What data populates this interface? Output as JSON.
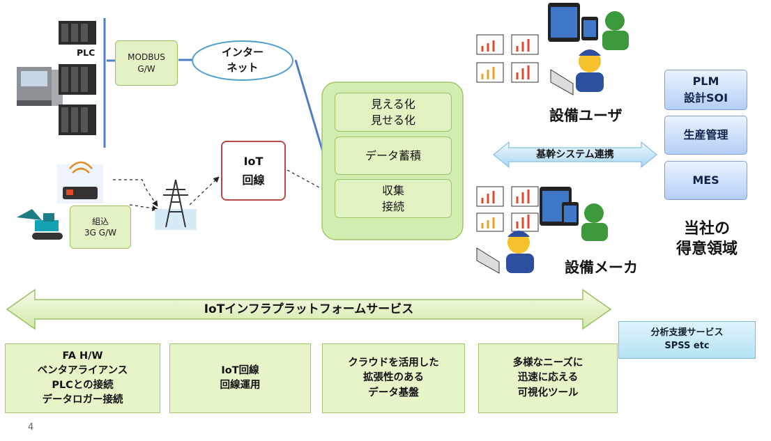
{
  "plc": {
    "label": "PLC"
  },
  "modbus": {
    "line1": "MODBUS",
    "line2": "G/W"
  },
  "internet": {
    "line1": "インター",
    "line2": "ネット"
  },
  "embedded_gw": {
    "line1": "組込",
    "line2": "3G G/W"
  },
  "iot_line": {
    "line1": "IoT",
    "line2": "回線"
  },
  "platform": {
    "items": [
      {
        "line1": "見える化",
        "line2": "見せる化"
      },
      {
        "line1": "データ蓄積"
      },
      {
        "line1": "収集",
        "line2": "接続"
      }
    ]
  },
  "equipment_user": {
    "label": "設備ユーザ"
  },
  "equipment_maker": {
    "label": "設備メーカ"
  },
  "core_link": {
    "label": "基幹システム連携"
  },
  "core_systems": [
    {
      "line1": "PLM",
      "line2": "設計SOI"
    },
    {
      "line1": "生産管理"
    },
    {
      "line1": "MES"
    }
  ],
  "our_domain": {
    "line1": "当社の",
    "line2": "得意領域"
  },
  "iot_platform_service": {
    "label": "IoTインフラプラットフォームサービス"
  },
  "analysis_service": {
    "line1": "分析支援サービス",
    "line2": "SPSS etc"
  },
  "bottom_cards": [
    {
      "lines": [
        "FA H/W",
        "ベンタアライアンス",
        "PLCとの接続",
        "データロガー接続"
      ]
    },
    {
      "lines": [
        "IoT回線",
        "回線運用"
      ]
    },
    {
      "lines": [
        "クラウドを活用した",
        "拡張性のある",
        "データ基盤"
      ]
    },
    {
      "lines": [
        "多様なニーズに",
        "迅速に応える",
        "可視化ツール"
      ]
    }
  ],
  "page": {
    "number": "4"
  },
  "colors": {
    "link_line": "#4f7ec7",
    "dashed_arrow": "#222222",
    "iot_border": "#b94545",
    "platform_green": "#d3eeb1"
  }
}
